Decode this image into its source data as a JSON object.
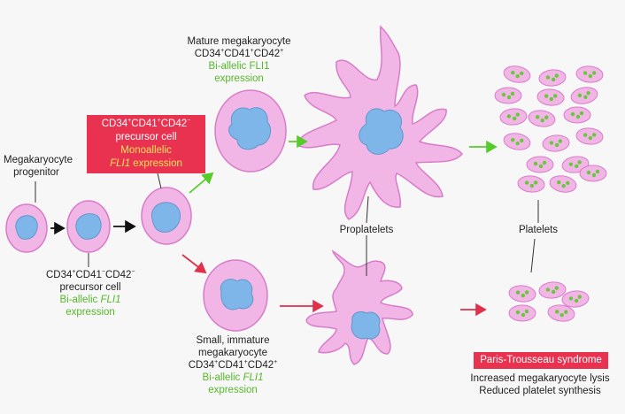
{
  "labels": {
    "progenitor": [
      "Megakaryocyte",
      "progenitor"
    ],
    "early_precursor": {
      "line1_parts": [
        "CD34",
        "+",
        "CD41",
        "−",
        "CD42",
        "−"
      ],
      "line2": "precursor cell",
      "line3_prefix": "Bi-allelic ",
      "line3_gene": "FLI1",
      "line4": "expression"
    },
    "mono_precursor": {
      "line1_parts": [
        "CD34",
        "+",
        "CD41",
        "+",
        "CD42",
        "−"
      ],
      "line2": "precursor cell",
      "line3": "Monoallelic",
      "line4_gene": "FLI1",
      "line4_suffix": " expression"
    },
    "mature": {
      "line1": "Mature megakaryocyte",
      "line2_parts": [
        "CD34",
        "+",
        "CD41",
        "+",
        "CD42",
        "+"
      ],
      "line3": "Bi-allelic FLI1",
      "line4": "expression"
    },
    "immature": {
      "line1": "Small, immature",
      "line2": "megakaryocyte",
      "line3_parts": [
        "CD34",
        "+",
        "CD41",
        "+",
        "CD42",
        "+"
      ],
      "line4_prefix": "Bi-allelic ",
      "line4_gene": "FLI1",
      "line5": "expression"
    },
    "proplatelets": "Proplatelets",
    "platelets": "Platelets",
    "syndrome_box": "Paris-Trousseau syndrome",
    "syndrome_desc": [
      "Increased megakaryocyte lysis",
      "Reduced platelet synthesis"
    ]
  },
  "colors": {
    "cell_fill": "#f2b6e6",
    "cell_stroke": "#d77cc9",
    "nucleus": "#7fb6ea",
    "green_arrow": "#55cc2a",
    "red_arrow": "#e0304a",
    "black_arrow": "#111111",
    "red_box": "#e8324f",
    "green_text": "#55b82a",
    "yellow_text": "#ffe55a"
  }
}
